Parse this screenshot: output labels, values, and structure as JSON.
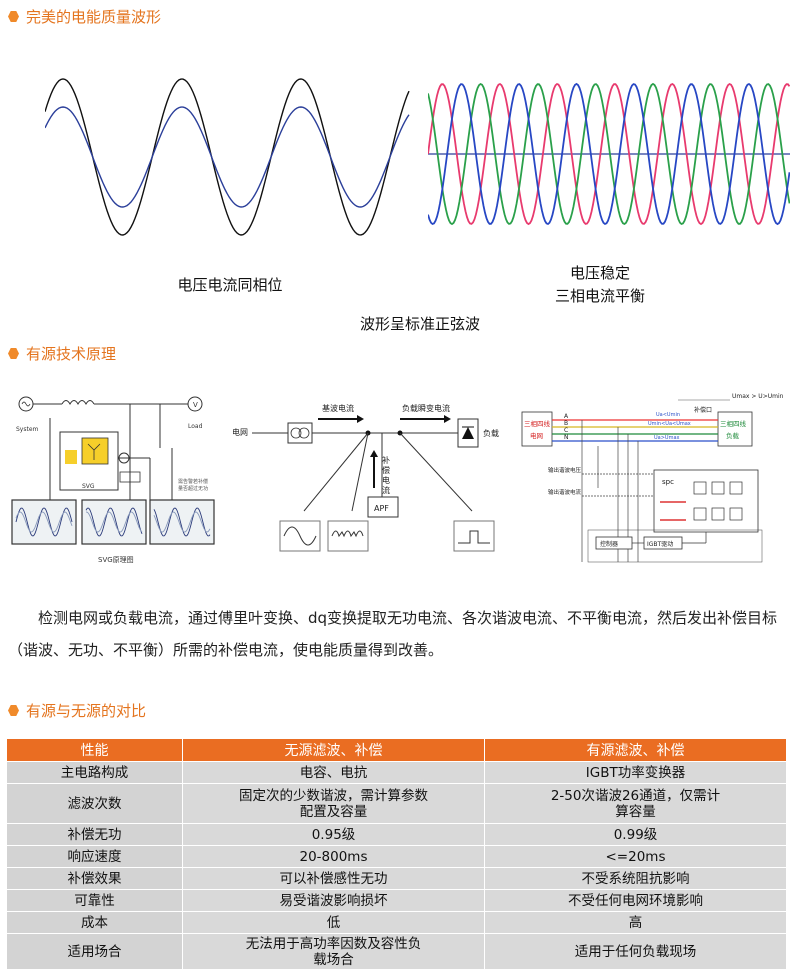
{
  "sections": {
    "s1_title": "完美的电能质量波形",
    "s2_title": "有源技术原理",
    "s3_title": "有源与无源的对比"
  },
  "waveforms": {
    "left_caption": "电压电流同相位",
    "right_caption_line1": "电压稳定",
    "right_caption_line2": "三相电流平衡",
    "center_caption": "波形呈标准正弦波",
    "colors": {
      "voltage": "#111111",
      "current": "#2b3f9a",
      "phase_a": "#e83a6e",
      "phase_b": "#2aa04a",
      "phase_c": "#2747c4"
    }
  },
  "diagrams": {
    "svg_system": "System",
    "svg_load": "Load",
    "svg_module": "SVG",
    "svg_caption": "SVG原理图",
    "svg_note": "需告警若补偿\n量否超过无功",
    "apf_grid": "电网",
    "apf_fundamental": "基波电流",
    "apf_load_transient": "负载瞬变电流",
    "apf_load": "负载",
    "apf_compensation": "补偿电流",
    "apf_box": "APF",
    "net_left": "三相四线\n电网",
    "net_right": "三相四线\n负载",
    "net_umax": "Umax > U>Umin",
    "net_compensate": "补偿口",
    "phase_labels": [
      "A",
      "B",
      "C",
      "N"
    ],
    "net_input_labels": [
      "输出谐波电压",
      "输出谐波电流"
    ],
    "net_spc": "spc",
    "net_controller": "控制器",
    "net_igbt": "IGBT驱动"
  },
  "paragraph": "检测电网或负载电流，通过傅里叶变换、dq变换提取无功电流、各次谐波电流、不平衡电流，然后发出补偿目标（谐波、无功、不平衡）所需的补偿电流，使电能质量得到改善。",
  "table": {
    "headers": [
      "性能",
      "无源滤波、补偿",
      "有源滤波、补偿"
    ],
    "rows": [
      [
        "主电路构成",
        "电容、电抗",
        "IGBT功率变换器"
      ],
      [
        "滤波次数",
        "固定次的少数谐波，需计算参数配置及容量",
        "2-50次谐波26通道，仅需计算容量"
      ],
      [
        "补偿无功",
        "0.95级",
        "0.99级"
      ],
      [
        "响应速度",
        "20-800ms",
        "<=20ms"
      ],
      [
        "补偿效果",
        "可以补偿感性无功",
        "不受系统阻抗影响"
      ],
      [
        "可靠性",
        "易受谐波影响损坏",
        "不受任何电网环境影响"
      ],
      [
        "成本",
        "低",
        "高"
      ],
      [
        "适用场合",
        "无法用于高功率因数及容性负载场合",
        "适用于任何负载现场"
      ]
    ]
  }
}
